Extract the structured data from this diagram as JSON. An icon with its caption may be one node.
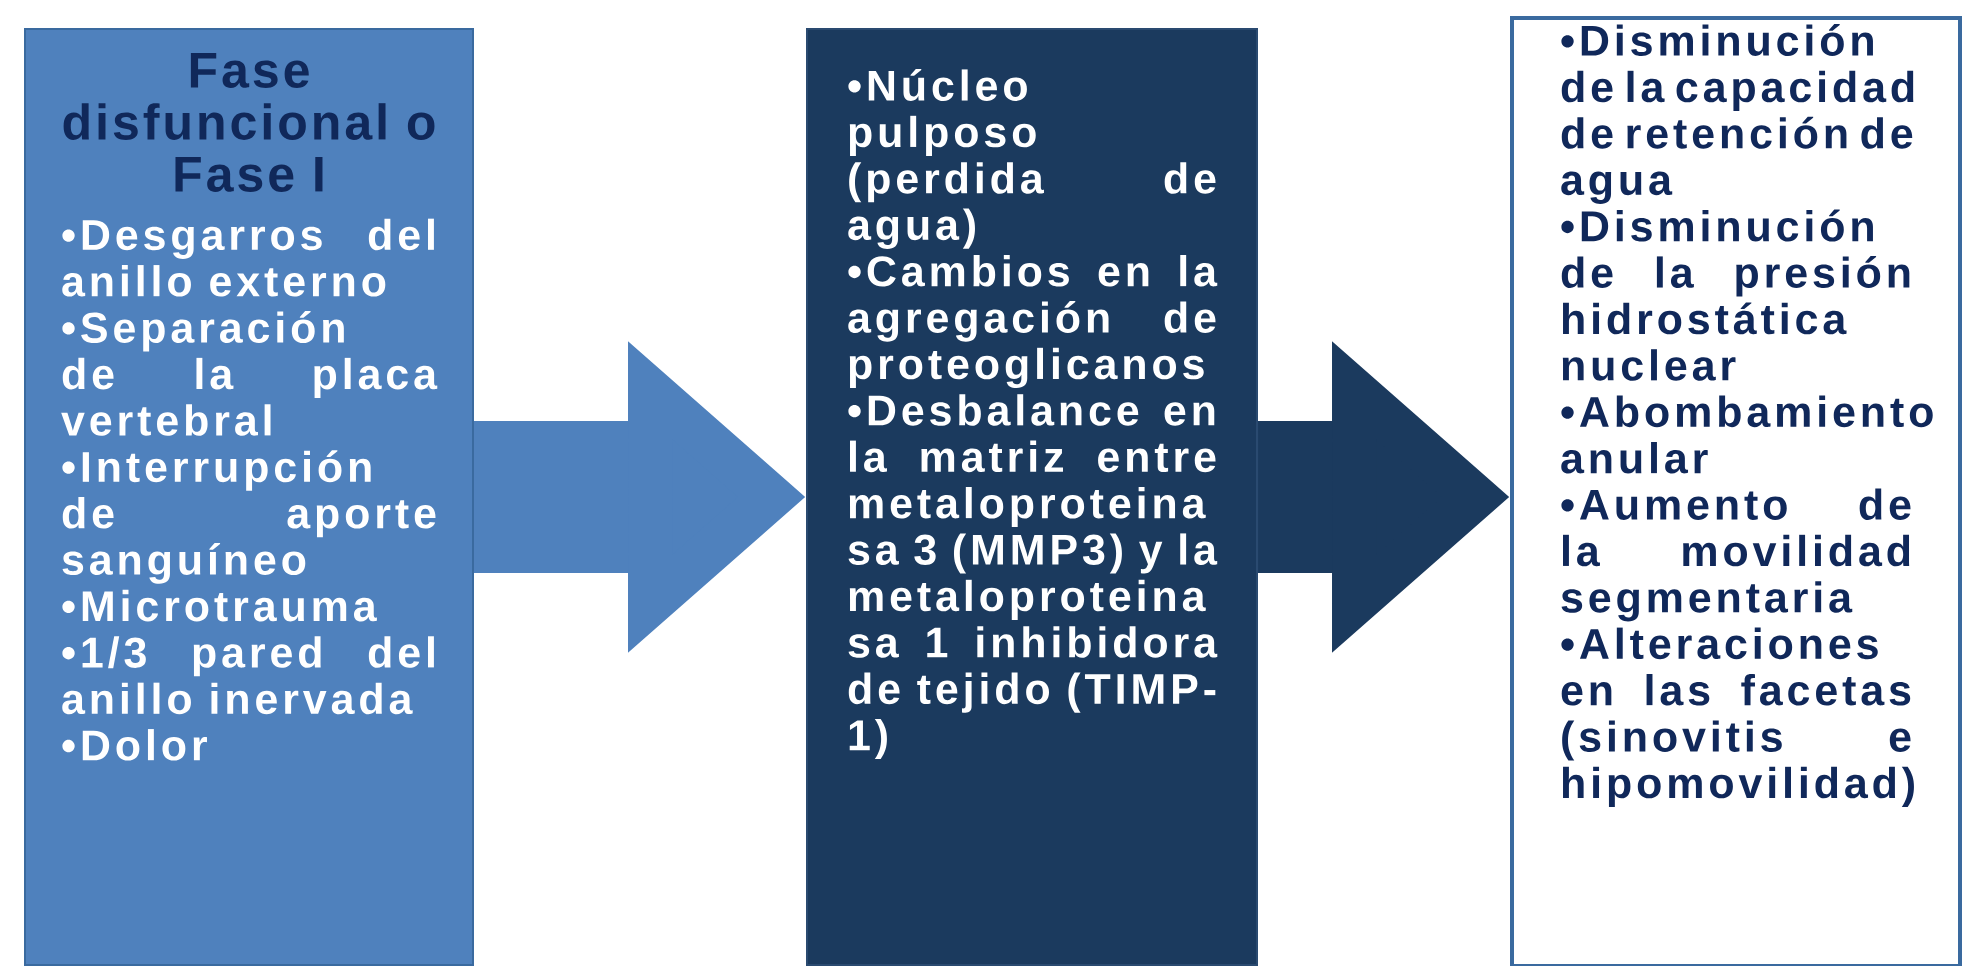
{
  "diagram": {
    "nodes": [
      {
        "text": [
          "Fase disfuncional o Fase I",
          "•Desgarros del anillo externo",
          "•Separación de la placa vertebral",
          "•Interrupción de aporte sanguíneo",
          "•Microtrauma",
          "•1/3 pared del anillo inervada",
          "•Dolor"
        ]
      },
      {
        "text": [
          "•Núcleo pulposo (perdida de agua)",
          "•Cambios en la agregación de proteoglicanos",
          "•Desbalance en la matriz entre metaloproteina sa 3 (MMP3) y la metaloproteina sa 1 inhibidora de tejido (TIMP- 1)"
        ]
      },
      {
        "text": [
          "•Disminución de la capacidad de retención de agua",
          "•Disminución de la presión hidrostática nuclear",
          "•Abombamiento anular",
          "•Aumento de la movilidad segmentaria",
          "•Alteraciones en las facetas (sinovitis e hipomovilidad)"
        ]
      }
    ],
    "edges": [
      {
        "from": 0,
        "to": 1,
        "arrow": "to",
        "color": "#4f81bd"
      },
      {
        "from": 1,
        "to": 2,
        "arrow": "to",
        "color": "#1b3a5e"
      }
    ]
  }
}
